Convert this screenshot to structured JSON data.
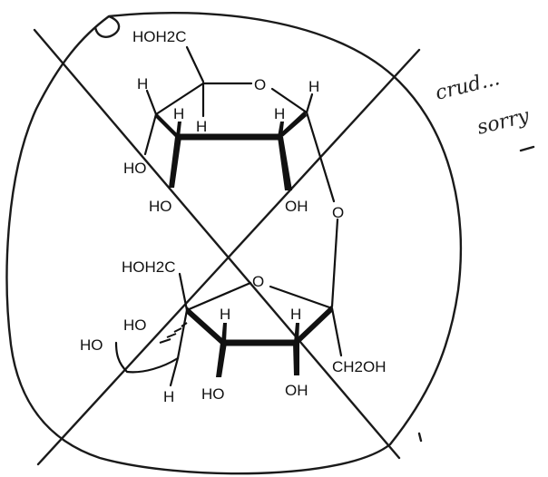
{
  "labels": {
    "hoh2c_top": "HOH2C",
    "o_ring_top": "O",
    "h_top_right": "H",
    "h_top_left": "H",
    "h_top_c4": "H",
    "h_top_c3": "H",
    "h_top_c2": "H",
    "ho_left_top": "HO",
    "ho_bottom_left_top": "HO",
    "oh_top": "OH",
    "o_glycosidic": "O",
    "hoh2c_bottom": "HOH2C",
    "o_ring_bottom": "O",
    "ho_hash": "HO",
    "ho_left_bottom": "HO",
    "h_bottom_c3": "H",
    "h_bottom_c4": "H",
    "ho_bottom": "HO",
    "oh_bottom": "OH",
    "h_bottom_left": "H",
    "ch2oh": "CH2OH"
  },
  "handwriting": {
    "line1": "crud...",
    "line2": "sorry"
  }
}
